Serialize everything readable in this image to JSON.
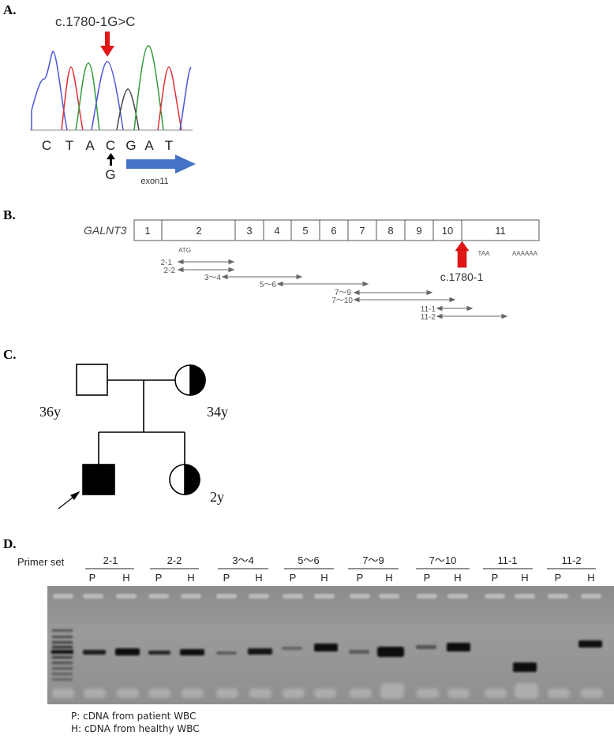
{
  "panel_labels": {
    "a": "A.",
    "b": "B.",
    "c": "C.",
    "d": "D."
  },
  "panel_a": {
    "mutation_label": "c.1780-1G>C",
    "bases": [
      "C",
      "T",
      "A",
      "C",
      "G",
      "A",
      "T"
    ],
    "alt_base": "G",
    "exon_label": "exon11",
    "colors": {
      "C": "#4b55d8",
      "T": "#e0303a",
      "A": "#2f9a3a",
      "G": "#444444",
      "mutation_arrow": "#e01818",
      "exon_arrow": "#4472c4"
    }
  },
  "panel_b": {
    "gene": "GALNT3",
    "exons": [
      "1",
      "2",
      "3",
      "4",
      "5",
      "6",
      "7",
      "8",
      "9",
      "10",
      "11"
    ],
    "atg": "ATG",
    "stop": "TAA",
    "polya": "AAAAAA",
    "site_label": "c.1780-1",
    "primers": [
      "2-1",
      "2-2",
      "3～4",
      "5～6",
      "7～9",
      "7～10",
      "11-1",
      "11-2"
    ]
  },
  "panel_c": {
    "father_age": "36y",
    "mother_age": "34y",
    "sister_age": "2y"
  },
  "panel_d": {
    "row_label": "Primer set",
    "primer_sets": [
      "2-1",
      "2-2",
      "3～4",
      "5～6",
      "7～9",
      "7～10",
      "11-1",
      "11-2"
    ],
    "lanes": [
      "P",
      "H"
    ],
    "legend_p": "P: cDNA from patient WBC",
    "legend_h": "H: cDNA from healthy WBC"
  }
}
